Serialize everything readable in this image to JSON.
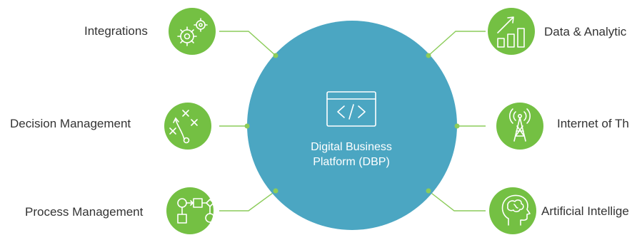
{
  "colors": {
    "center_circle": "#4ba6c2",
    "node_green": "#74c043",
    "connector_green": "#8ccc5a",
    "label_text": "#333333",
    "icon_stroke": "#ffffff"
  },
  "center": {
    "line1": "Digital Business",
    "line2": "Platform (DBP)",
    "icon": "code-window-icon"
  },
  "nodes": {
    "integrations": {
      "label": "Integrations",
      "icon": "gears-icon"
    },
    "decision_management": {
      "label": "Decision Management",
      "icon": "play-diagram-icon"
    },
    "process_management": {
      "label": "Process Management",
      "icon": "flowchart-icon"
    },
    "data_analytics": {
      "label": "Data & Analytic",
      "icon": "growth-chart-icon"
    },
    "internet_of_things": {
      "label": "Internet of Th",
      "icon": "signal-tower-icon"
    },
    "artificial_intelligence": {
      "label": "Artificial Intellige",
      "icon": "head-brain-icon"
    }
  }
}
